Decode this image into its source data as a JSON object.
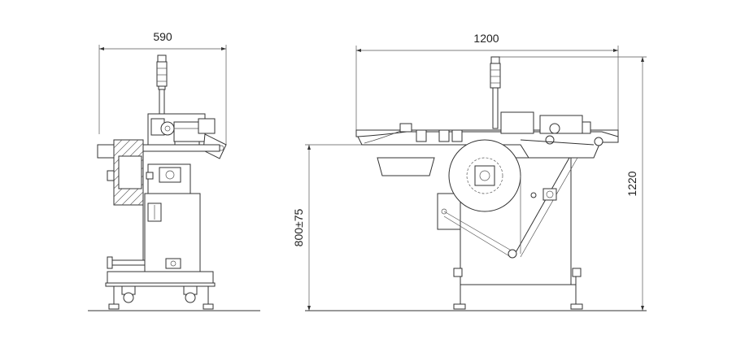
{
  "dimensions": {
    "front_width": "590",
    "side_length": "1200",
    "total_height": "1220",
    "table_height": "800±75"
  }
}
